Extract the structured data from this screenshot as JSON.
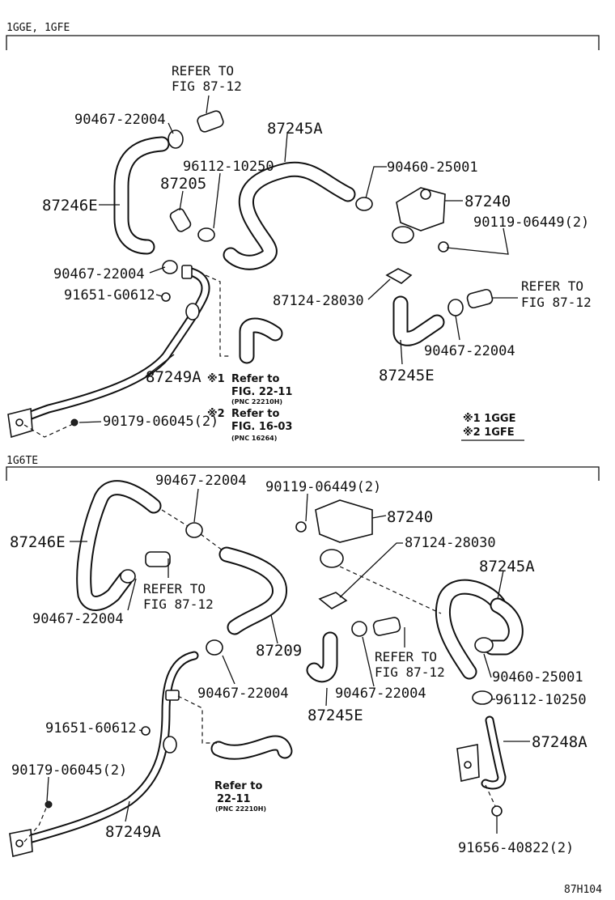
{
  "sections": {
    "top": "1GGE, 1GFE",
    "bottom": "1G6TE"
  },
  "top_labels": {
    "refer_a_1": "REFER TO",
    "refer_a_2": "FIG 87-12",
    "p_90467_a": "90467-22004",
    "p_87245A": "87245A",
    "p_96112": "96112-10250",
    "p_90460": "90460-25001",
    "p_87205": "87205",
    "p_87246E": "87246E",
    "p_87240": "87240",
    "p_90119": "90119-06449(2)",
    "p_90467_b": "90467-22004",
    "p_91651": "91651-G0612",
    "p_87124": "87124-28030",
    "refer_b_1": "REFER TO",
    "refer_b_2": "FIG 87-12",
    "p_90467_c": "90467-22004",
    "p_87245E": "87245E",
    "p_87249A": "87249A",
    "mark_1": "※1",
    "note1_1": "Refer to",
    "note1_2": "FIG. 22-11",
    "note1_3": "(PNC 22210H)",
    "mark_2": "※2",
    "note2_1": "Refer to",
    "note2_2": "FIG. 16-03",
    "note2_3": "(PNC 16264)",
    "p_90179": "90179-06045(2)",
    "legend_1": "※1 1GGE",
    "legend_2": "※2 1GFE"
  },
  "bottom_labels": {
    "p_90467_d": "90467-22004",
    "p_90119": "90119-06449(2)",
    "p_87240": "87240",
    "p_87246E": "87246E",
    "p_87124": "87124-28030",
    "p_87245A": "87245A",
    "refer_c_1": "REFER TO",
    "refer_c_2": "FIG 87-12",
    "p_90467_e": "90467-22004",
    "p_87209": "87209",
    "refer_d_1": "REFER TO",
    "refer_d_2": "FIG 87-12",
    "p_90460": "90460-25001",
    "p_90467_f": "90467-22004",
    "p_90467_g": "90467-22004",
    "p_87245E": "87245E",
    "p_96112": "96112-10250",
    "p_91651": "91651-60612",
    "p_87248A": "87248A",
    "p_90179": "90179-06045(2)",
    "note3_1": "Refer to",
    "note3_2": "22-11",
    "note3_3": "(PNC 22210H)",
    "p_87249A": "87249A",
    "p_91656": "91656-40822(2)"
  },
  "figure_code": "87H104"
}
